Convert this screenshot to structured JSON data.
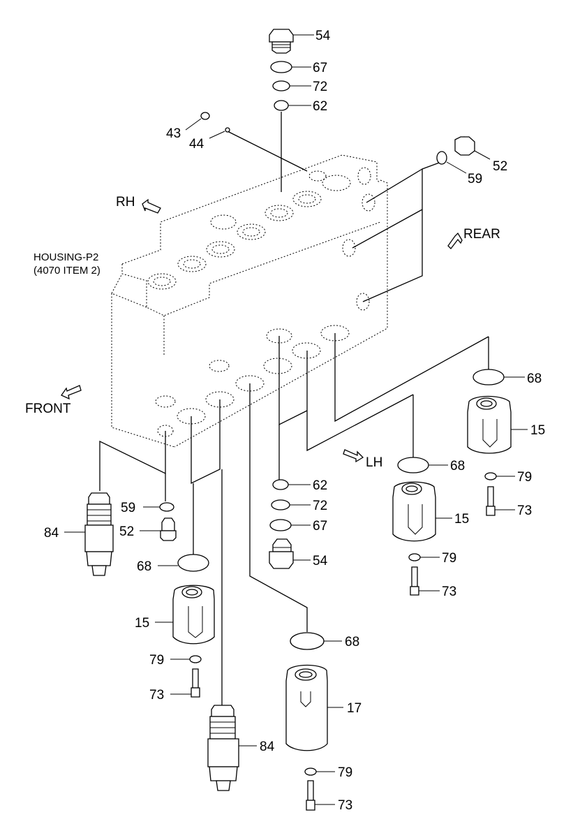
{
  "housing": {
    "line1": "HOUSING-P2",
    "line2": "(4070 ITEM 2)"
  },
  "directions": {
    "rh": "RH",
    "rear": "REAR",
    "front": "FRONT",
    "lh": "LH"
  },
  "parts": {
    "p54_top": "54",
    "p67_top": "67",
    "p72_top": "72",
    "p62_top": "62",
    "p43": "43",
    "p44": "44",
    "p52_right": "52",
    "p59_right": "59",
    "p68_r1": "68",
    "p15_r1": "15",
    "p79_r1": "79",
    "p73_r1": "73",
    "p68_r2": "68",
    "p15_r2": "15",
    "p79_r2": "79",
    "p73_r2": "73",
    "p62_mid": "62",
    "p72_mid": "72",
    "p67_mid": "67",
    "p54_mid": "54",
    "p59_left": "59",
    "p52_left": "52",
    "p84_left": "84",
    "p68_left": "68",
    "p15_left": "15",
    "p79_left": "79",
    "p73_left": "73",
    "p84_bottom": "84",
    "p68_bottom": "68",
    "p17": "17",
    "p79_bottom": "79",
    "p73_bottom": "73"
  }
}
